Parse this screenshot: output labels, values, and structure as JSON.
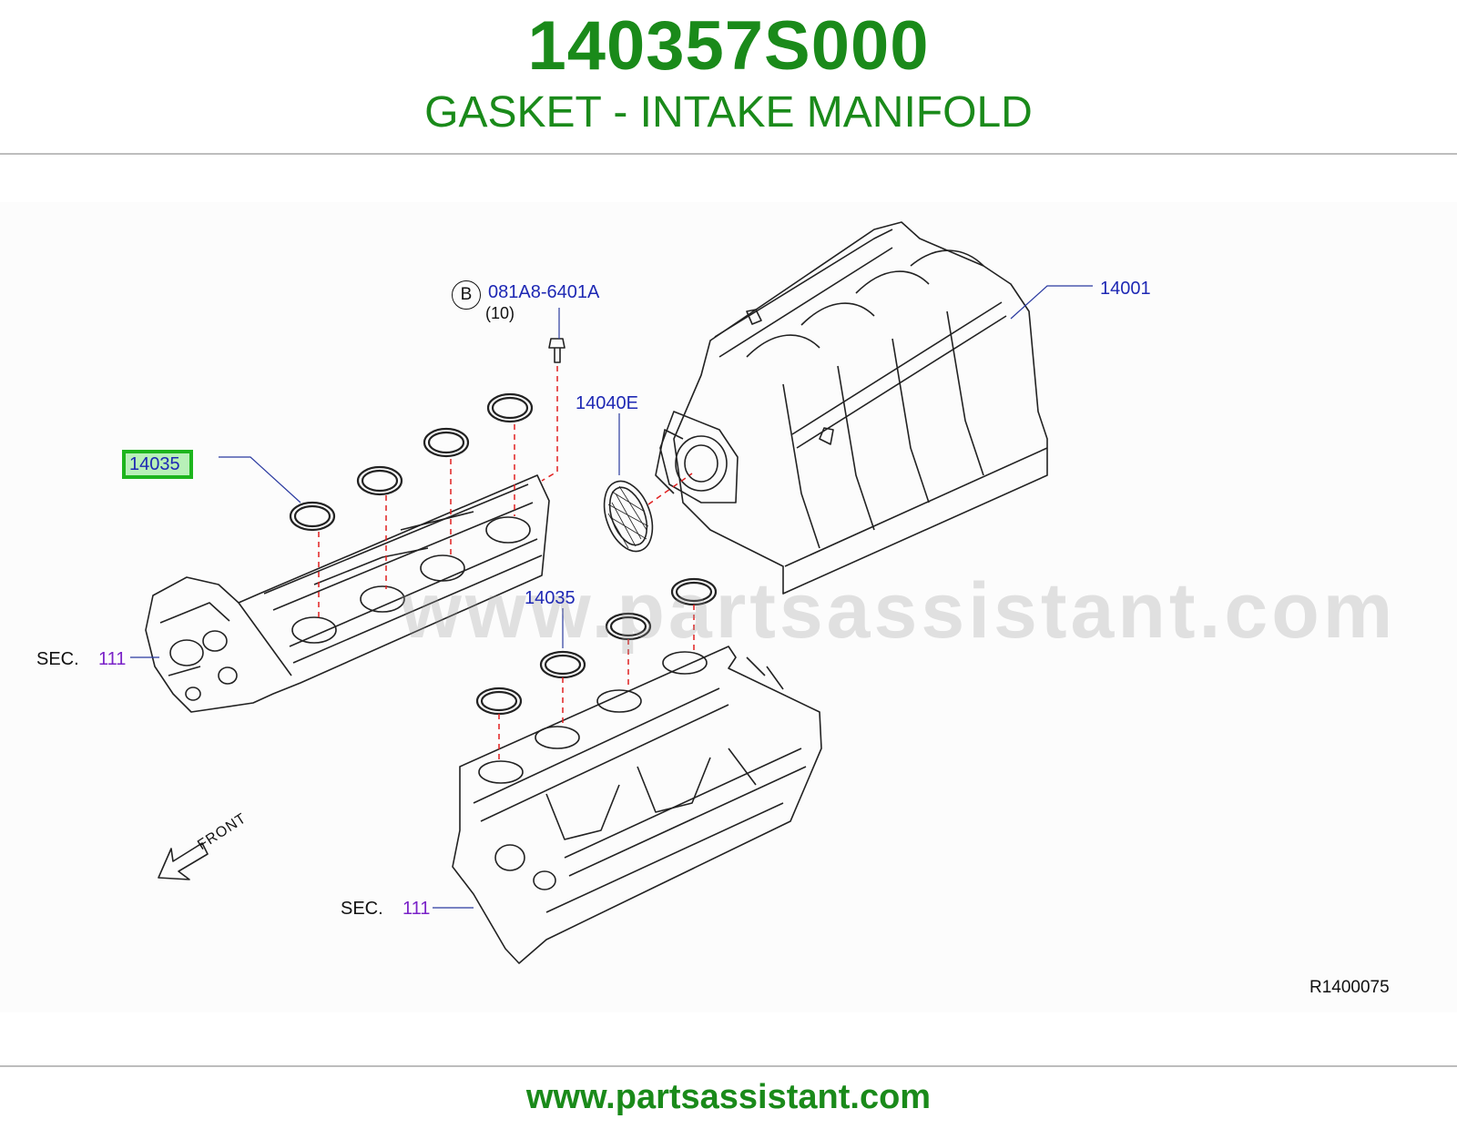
{
  "header": {
    "part_number": "140357S000",
    "part_name": "GASKET - INTAKE MANIFOLD"
  },
  "diagram": {
    "watermark": "www.partsassistant.com",
    "labels": {
      "gasket_highlighted": "14035",
      "gasket_lower": "14035",
      "bolt_circle": "B",
      "bolt_part": "081A8-6401A",
      "bolt_qty": "(10)",
      "manifold": "14001",
      "throttle_gasket": "14040E",
      "sec_text_upper": "SEC.",
      "sec_num_upper": "111",
      "sec_text_lower": "SEC.",
      "sec_num_lower": "111",
      "front": "FRONT",
      "ref_code": "R1400075"
    },
    "colors": {
      "title_green": "#1a8a1a",
      "callout_blue": "#1e28b4",
      "section_purple": "#7a22c8",
      "highlight_border": "#1db51d",
      "highlight_fill": "#b8f0b8",
      "dashed_red": "#e02020"
    }
  },
  "footer": {
    "url": "www.partsassistant.com"
  }
}
